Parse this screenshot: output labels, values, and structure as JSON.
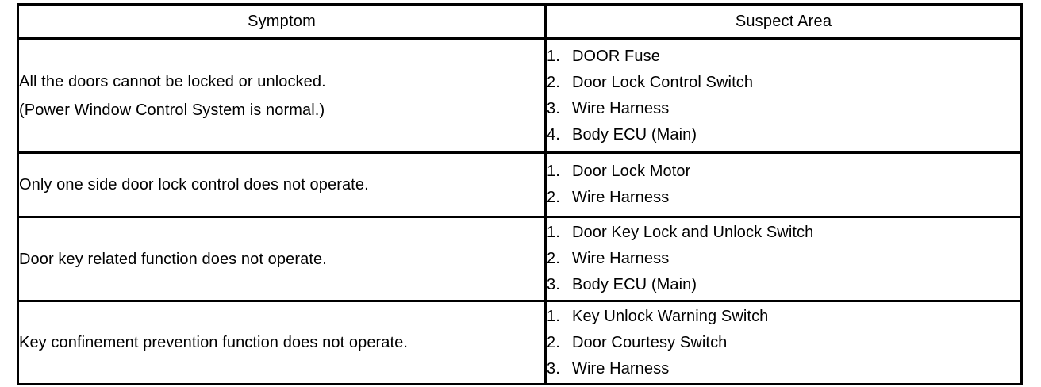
{
  "table": {
    "columns": [
      {
        "key": "symptom",
        "header": "Symptom"
      },
      {
        "key": "suspect",
        "header": "Suspect Area"
      }
    ],
    "rows": [
      {
        "symptom_lines": [
          "All the doors cannot be locked or unlocked.",
          "(Power Window Control System is normal.)"
        ],
        "suspect_items": [
          {
            "num": "1.",
            "text": "DOOR Fuse"
          },
          {
            "num": "2.",
            "text": "Door Lock Control Switch"
          },
          {
            "num": "3.",
            "text": "Wire Harness"
          },
          {
            "num": "4.",
            "text": "Body ECU (Main)"
          }
        ]
      },
      {
        "symptom_lines": [
          "Only one side door lock control does not operate."
        ],
        "suspect_items": [
          {
            "num": "1.",
            "text": "Door Lock Motor"
          },
          {
            "num": "2.",
            "text": "Wire Harness"
          }
        ]
      },
      {
        "symptom_lines": [
          "Door key related function does not operate."
        ],
        "suspect_items": [
          {
            "num": "1.",
            "text": "Door Key Lock and Unlock Switch"
          },
          {
            "num": "2.",
            "text": "Wire Harness"
          },
          {
            "num": "3.",
            "text": "Body ECU (Main)"
          }
        ]
      },
      {
        "symptom_lines": [
          "Key confinement prevention function does not operate."
        ],
        "suspect_items": [
          {
            "num": "1.",
            "text": "Key Unlock Warning Switch"
          },
          {
            "num": "2.",
            "text": "Door Courtesy Switch"
          },
          {
            "num": "3.",
            "text": "Wire Harness"
          }
        ]
      }
    ]
  },
  "colors": {
    "ink": "#000000",
    "paper": "#ffffff"
  }
}
